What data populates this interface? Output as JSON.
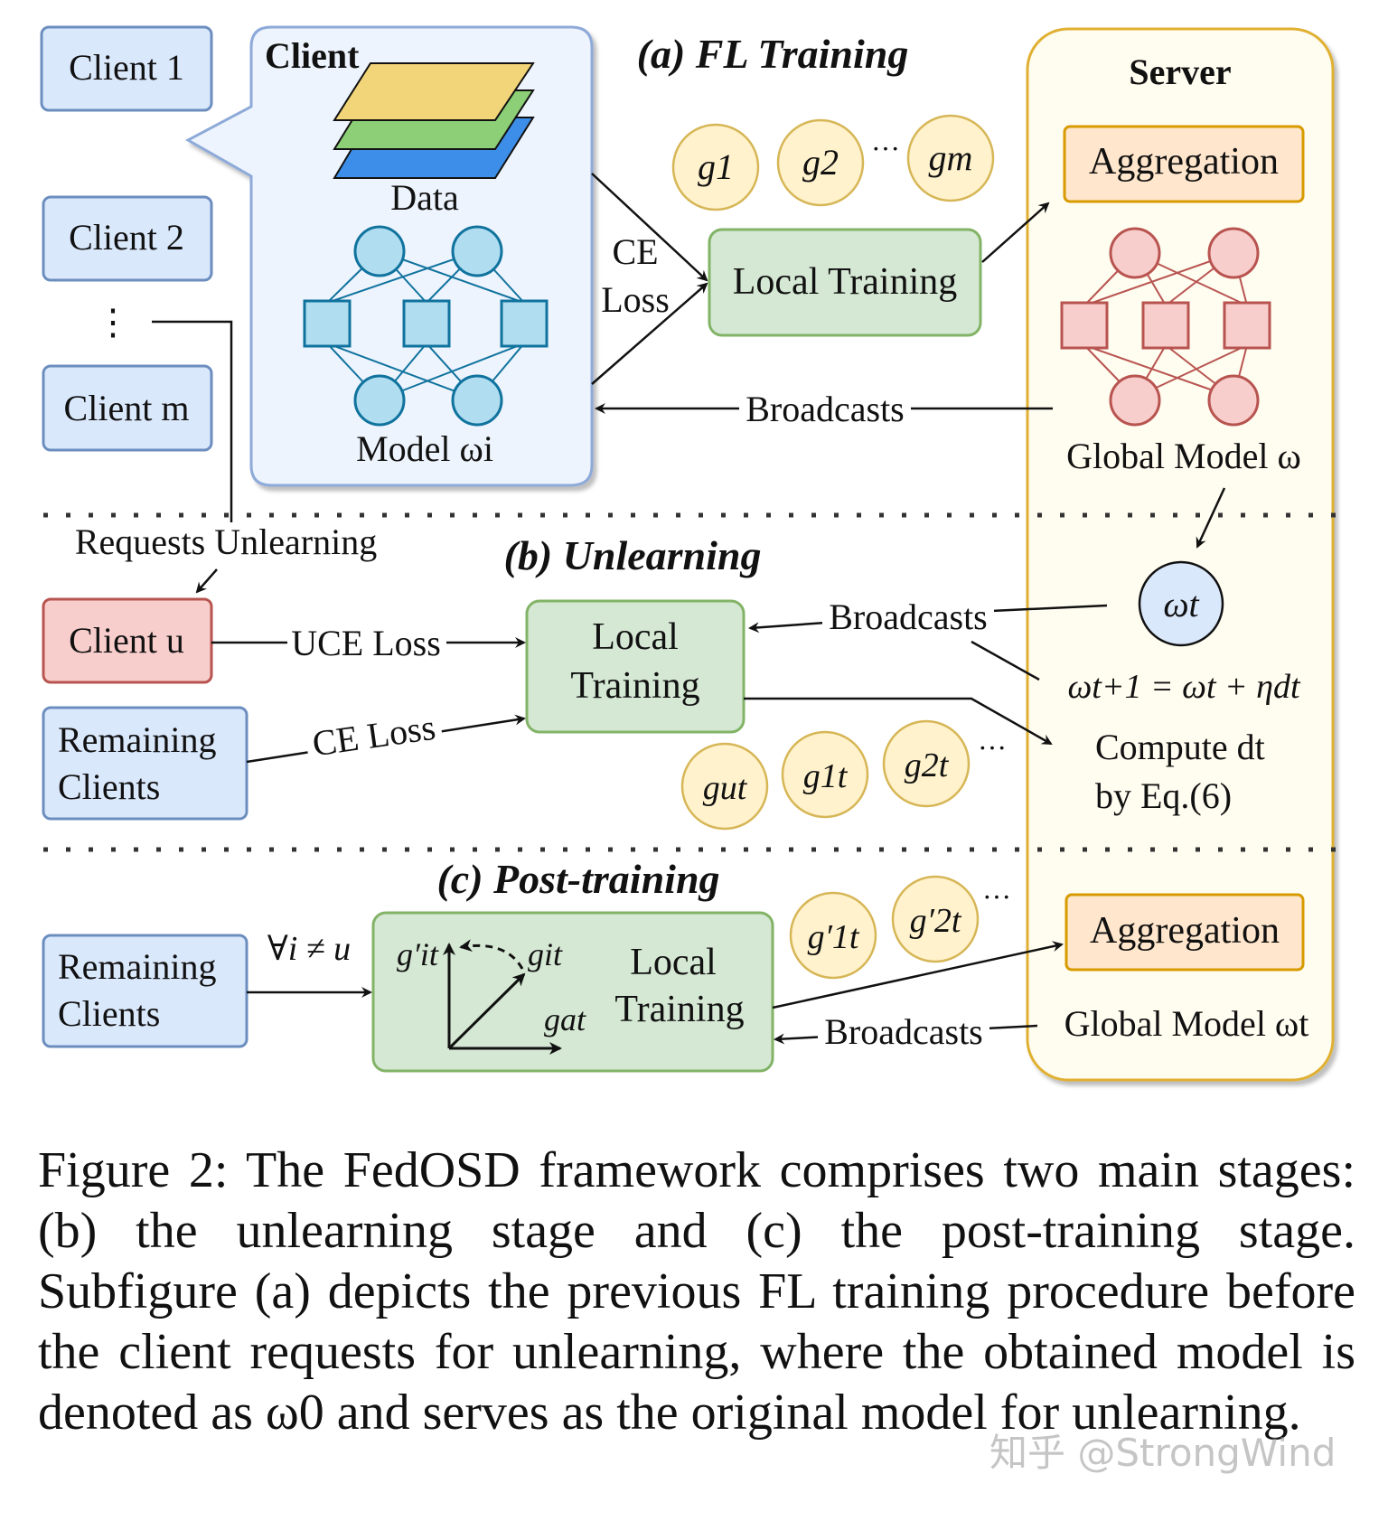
{
  "clients": {
    "client1": "Client 1",
    "client2": "Client 2",
    "ellipsis": "⋮",
    "clientm": "Client m"
  },
  "client_callout": {
    "title": "Client",
    "data_label": "Data",
    "model_label": "Model ωi"
  },
  "stage_a": {
    "title": "(a) FL Training",
    "ce_loss_line1": "CE",
    "ce_loss_line2": "Loss",
    "local_training": "Local Training",
    "gradients": [
      "g1",
      "g2",
      "gm"
    ],
    "dots": "···",
    "broadcasts": "Broadcasts"
  },
  "server": {
    "title": "Server",
    "aggregation_top": "Aggregation",
    "global_model": "Global Model ω",
    "omega_t": "ωt",
    "update_rule": "ωt+1 = ωt + ηdt",
    "compute_line1": "Compute dt",
    "compute_line2": "by Eq.(6)",
    "aggregation_bottom": "Aggregation",
    "global_model_t": "Global Model ωt"
  },
  "stage_b": {
    "requests": "Requests Unlearning",
    "title": "(b) Unlearning",
    "client_u": "Client u",
    "uce_loss": "UCE Loss",
    "remaining_line1": "Remaining",
    "remaining_line2": "Clients",
    "ce_loss": "CE Loss",
    "local_line1": "Local",
    "local_line2": "Training",
    "broadcasts": "Broadcasts",
    "gradients": [
      "gut",
      "g1t",
      "g2t"
    ],
    "dots": "···"
  },
  "stage_c": {
    "title": "(c) Post-training",
    "remaining_line1": "Remaining",
    "remaining_line2": "Clients",
    "forall": "∀i ≠ u",
    "gi_prime": "g′it",
    "gi": "git",
    "ga": "gat",
    "local_line1": "Local",
    "local_line2": "Training",
    "gradients": [
      "g′1t",
      "g′2t"
    ],
    "dots": "···",
    "broadcasts": "Broadcasts"
  },
  "caption": "Figure 2: The FedOSD framework comprises two main stages: (b) the unlearning stage and (c) the post-training stage. Subfigure (a) depicts the previous FL training procedure before the client requests for unlearning, where the obtained model is denoted as ω0 and serves as the original model for unlearning.",
  "watermark": "知乎 @StrongWind",
  "colors": {
    "client_fill": "#dae8fc",
    "client_stroke": "#6c8ebf",
    "green_fill": "#d5e8d4",
    "green_stroke": "#82b366",
    "orange_fill": "#ffe6cc",
    "orange_stroke": "#d79b00",
    "server_fill": "#fffcf0",
    "server_stroke": "#d6b656",
    "gradient_fill": "#fff2cc",
    "red_fill": "#f8cecc",
    "red_stroke": "#b85450",
    "node_blue": "#b1ddf0",
    "node_blue_stroke": "#10739e"
  }
}
